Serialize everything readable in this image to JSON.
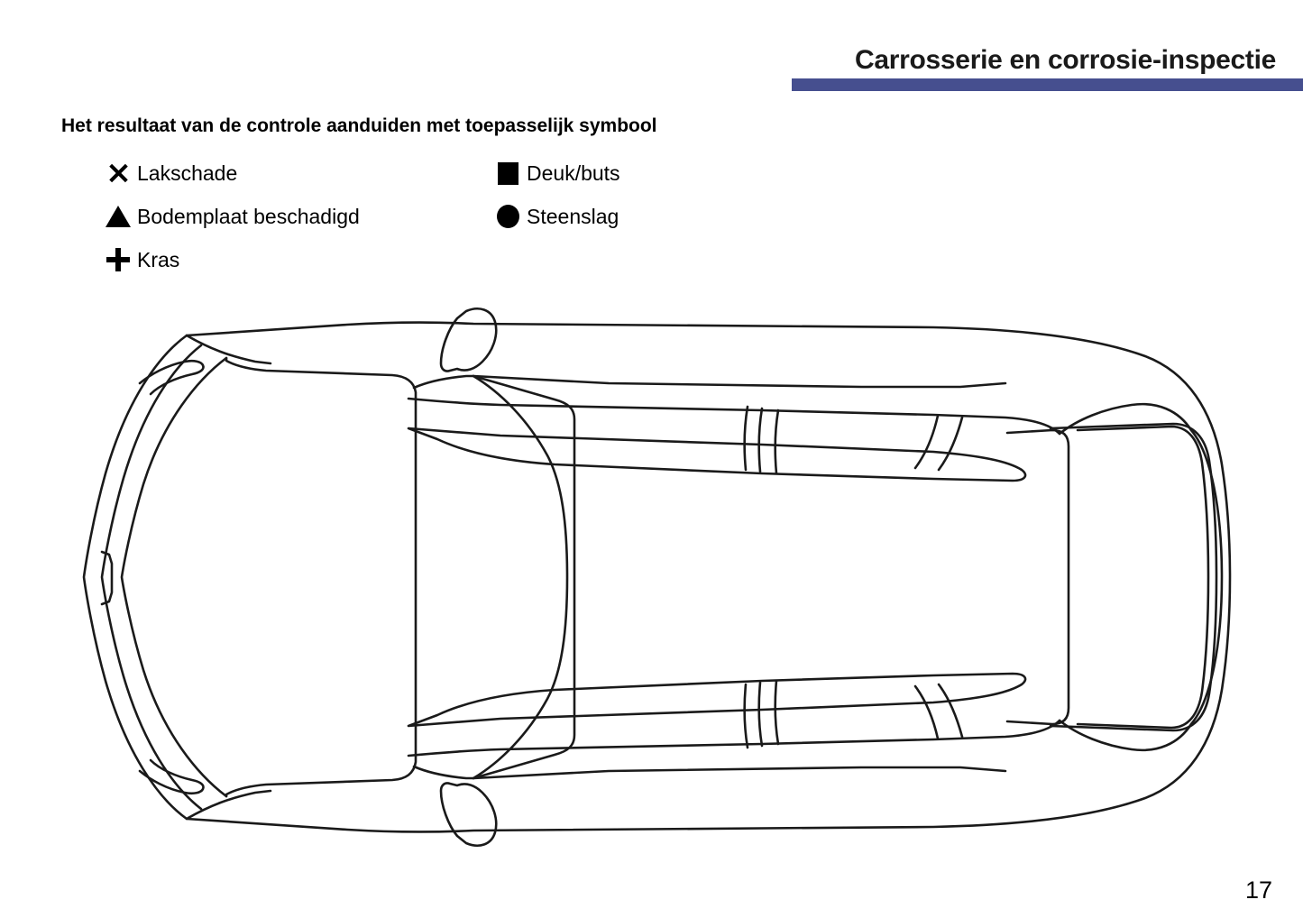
{
  "document": {
    "title": "Carrosserie en corrosie-inspectie",
    "page_number": "17",
    "accent_color": "#464f8f",
    "background_color": "#ffffff",
    "line_color": "#1a1a1a"
  },
  "instruction": {
    "heading": "Het resultaat van de controle aanduiden met toepasselijk symbool"
  },
  "legend": {
    "left_column": [
      {
        "symbol": "cross-x-symbol",
        "label": "Lakschade"
      },
      {
        "symbol": "filled-triangle-symbol",
        "label": "Bodemplaat beschadigd"
      },
      {
        "symbol": "plus-symbol",
        "label": "Kras"
      }
    ],
    "right_column": [
      {
        "symbol": "filled-square-symbol",
        "label": "Deuk/buts"
      },
      {
        "symbol": "filled-circle-symbol",
        "label": "Steenslag"
      }
    ]
  },
  "diagram": {
    "name": "car-top-view-outline",
    "description": "Line drawing of a car seen from above, front at the left and rear at the right",
    "parts": [
      "front-bumper",
      "hood",
      "windshield",
      "roof",
      "left-side-windows",
      "right-side-windows",
      "left-side-mirror",
      "right-side-mirror",
      "rear-window",
      "trunk-lid",
      "rear-bumper"
    ]
  }
}
